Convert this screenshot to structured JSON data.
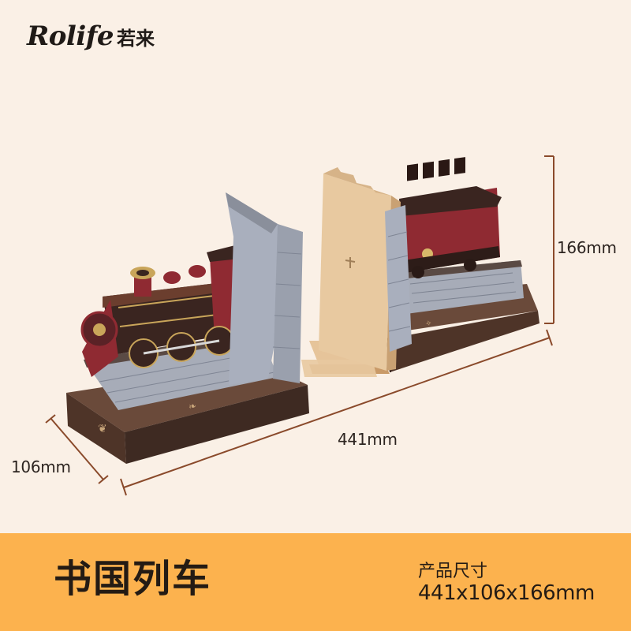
{
  "brand": {
    "latin": "Rolife",
    "chinese": "若来"
  },
  "dimensions": {
    "height": "166mm",
    "length": "441mm",
    "depth": "106mm"
  },
  "product": {
    "name": "书国列车",
    "spec_label": "产品尺寸",
    "spec_value": "441x106x166mm"
  },
  "colors": {
    "background": "#faf0e6",
    "footer": "#fcb24e",
    "dimension_line": "#8a4a2b",
    "train_red": "#9a2c32",
    "base_brown": "#4e3428"
  }
}
